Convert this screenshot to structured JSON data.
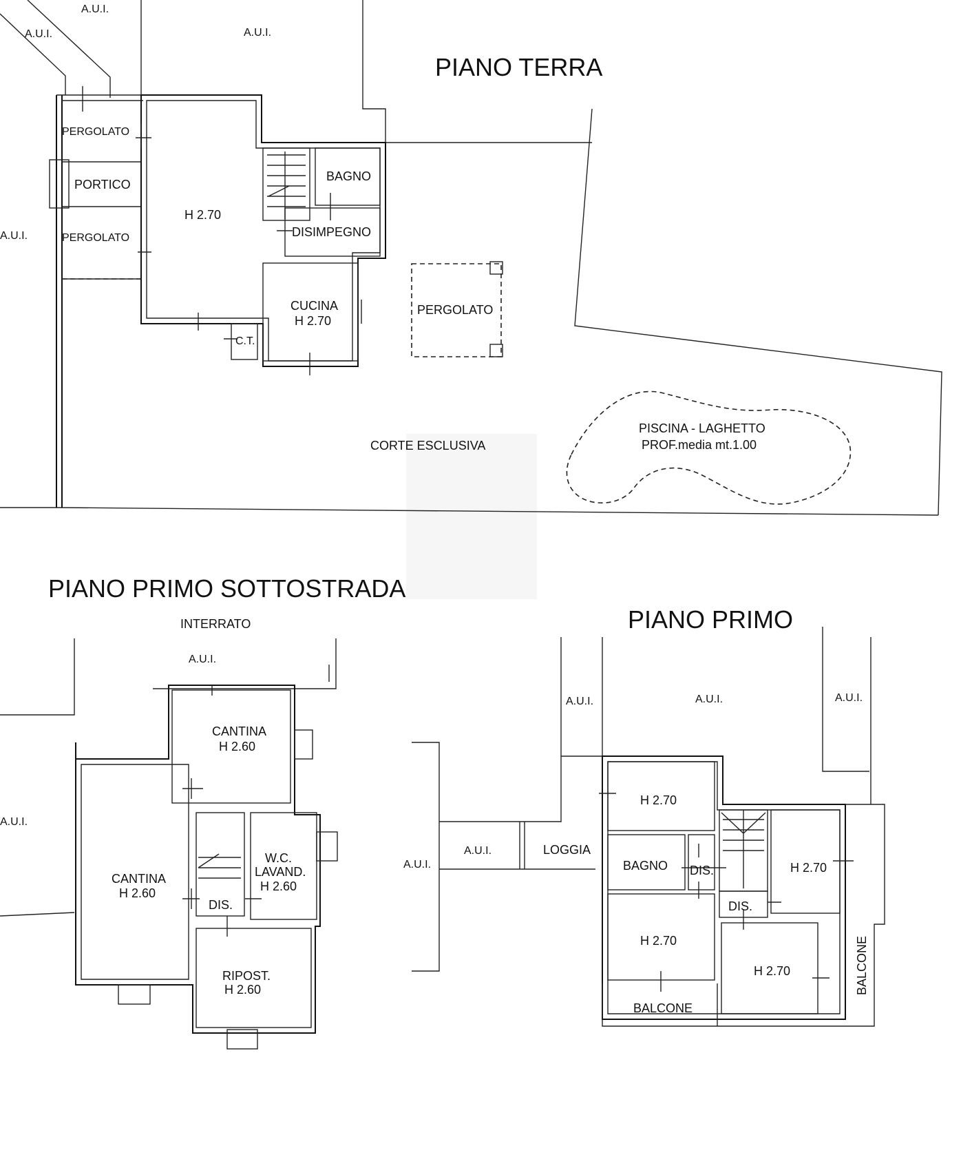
{
  "colors": {
    "ink": "#111111",
    "paper": "#ffffff"
  },
  "titles": {
    "ground_floor": "PIANO TERRA",
    "basement_floor": "PIANO PRIMO SOTTOSTRADA",
    "basement_sub": "INTERRATO",
    "first_floor": "PIANO PRIMO"
  },
  "ground": {
    "aui_top": "A.U.I.",
    "aui_top_left": "A.U.I.",
    "aui_top_mid": "A.U.I.",
    "aui_left": "A.U.I.",
    "pergolato_upper": "PERGOLATO",
    "portico": "PORTICO",
    "pergolato_lower": "PERGOLATO",
    "living_height": "H 2.70",
    "bagno": "BAGNO",
    "disimpegno": "DISIMPEGNO",
    "cucina": "CUCINA",
    "cucina_height": "H 2.70",
    "ct": "C.T.",
    "pergolato_garden": "PERGOLATO",
    "corte": "CORTE ESCLUSIVA",
    "pool_name": "PISCINA - LAGHETTO",
    "pool_depth": "PROF.media mt.1.00"
  },
  "basement": {
    "aui_top": "A.U.I.",
    "aui_left": "A.U.I.",
    "cantina_top": "CANTINA",
    "cantina_top_height": "H 2.60",
    "cantina_main": "CANTINA",
    "cantina_main_height": "H 2.60",
    "wc": "W.C.",
    "lavand": "LAVAND.",
    "wc_height": "H 2.60",
    "dis": "DIS.",
    "ripost": "RIPOST.",
    "ripost_height": "H 2.60"
  },
  "first": {
    "aui_a": "A.U.I.",
    "aui_b": "A.U.I.",
    "aui_c": "A.U.I.",
    "aui_d": "A.U.I.",
    "aui_e": "A.U.I.",
    "loggia": "LOGGIA",
    "room_top_height": "H 2.70",
    "bagno": "BAGNO",
    "dis_a": "DIS.",
    "dis_b": "DIS.",
    "room_right_height": "H 2.70",
    "room_bl_height": "H 2.70",
    "room_br_height": "H 2.70",
    "balcone_bottom": "BALCONE",
    "balcone_side": "BALCONE"
  }
}
